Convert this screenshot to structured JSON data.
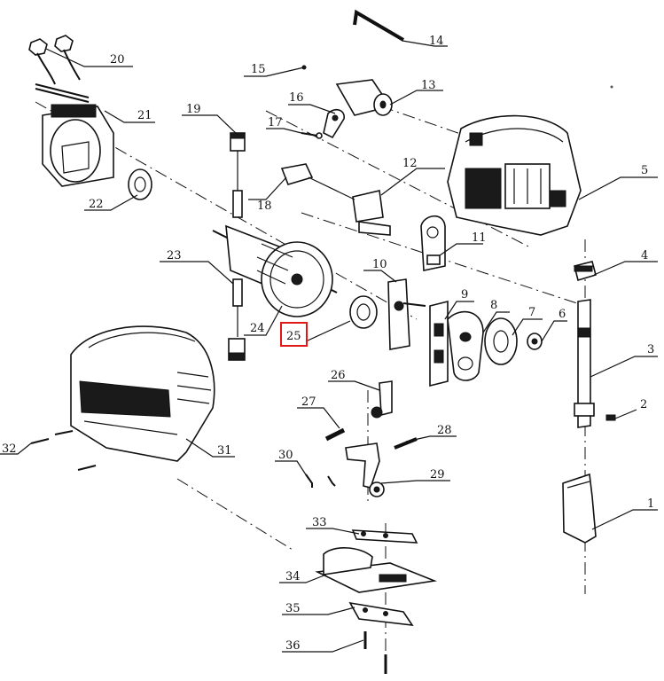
{
  "callouts": [
    {
      "id": "p1",
      "text": "1"
    },
    {
      "id": "p2",
      "text": "2"
    },
    {
      "id": "p3",
      "text": "3"
    },
    {
      "id": "p4",
      "text": "4"
    },
    {
      "id": "p5",
      "text": "5"
    },
    {
      "id": "p6",
      "text": "6"
    },
    {
      "id": "p7",
      "text": "7"
    },
    {
      "id": "p8",
      "text": "8"
    },
    {
      "id": "p9",
      "text": "9"
    },
    {
      "id": "p10",
      "text": "10"
    },
    {
      "id": "p11",
      "text": "11"
    },
    {
      "id": "p12",
      "text": "12"
    },
    {
      "id": "p13",
      "text": "13"
    },
    {
      "id": "p14",
      "text": "14"
    },
    {
      "id": "p15",
      "text": "15"
    },
    {
      "id": "p16",
      "text": "16"
    },
    {
      "id": "p17",
      "text": "17"
    },
    {
      "id": "p18",
      "text": "18"
    },
    {
      "id": "p19",
      "text": "19"
    },
    {
      "id": "p20",
      "text": "20"
    },
    {
      "id": "p21",
      "text": "21"
    },
    {
      "id": "p22",
      "text": "22"
    },
    {
      "id": "p23",
      "text": "23"
    },
    {
      "id": "p24",
      "text": "24"
    },
    {
      "id": "p25",
      "text": "25"
    },
    {
      "id": "p26",
      "text": "26"
    },
    {
      "id": "p27",
      "text": "27"
    },
    {
      "id": "p28",
      "text": "28"
    },
    {
      "id": "p29",
      "text": "29"
    },
    {
      "id": "p30",
      "text": "30"
    },
    {
      "id": "p31",
      "text": "31"
    },
    {
      "id": "p32",
      "text": "32"
    },
    {
      "id": "p33",
      "text": "33"
    },
    {
      "id": "p34",
      "text": "34"
    },
    {
      "id": "p35",
      "text": "35"
    },
    {
      "id": "p36",
      "text": "36"
    }
  ],
  "highlighted_part": "25",
  "colors": {
    "line": "#111111",
    "highlight": "#e01818",
    "background": "#ffffff"
  }
}
